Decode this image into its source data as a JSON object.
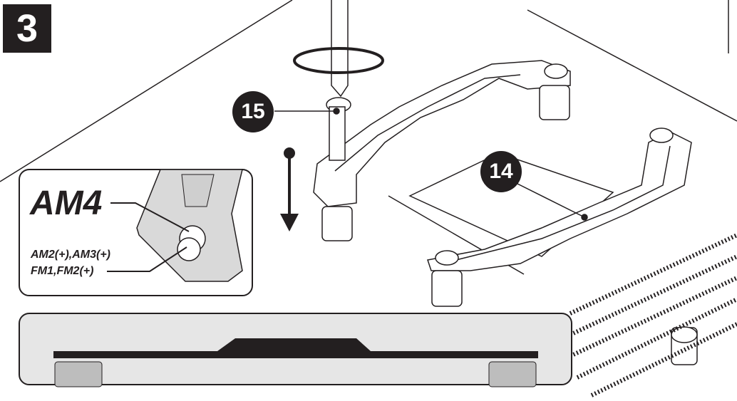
{
  "step": {
    "number": "3"
  },
  "callouts": [
    {
      "label": "15"
    },
    {
      "label": "14"
    }
  ],
  "inset": {
    "socket_primary": "AM4",
    "socket_secondary_line1": "AM2(+),AM3(+)",
    "socket_secondary_line2": "FM1,FM2(+)"
  },
  "colors": {
    "ink": "#231f20",
    "panel": "#e6e6e6",
    "bracket": "#ffffff"
  }
}
